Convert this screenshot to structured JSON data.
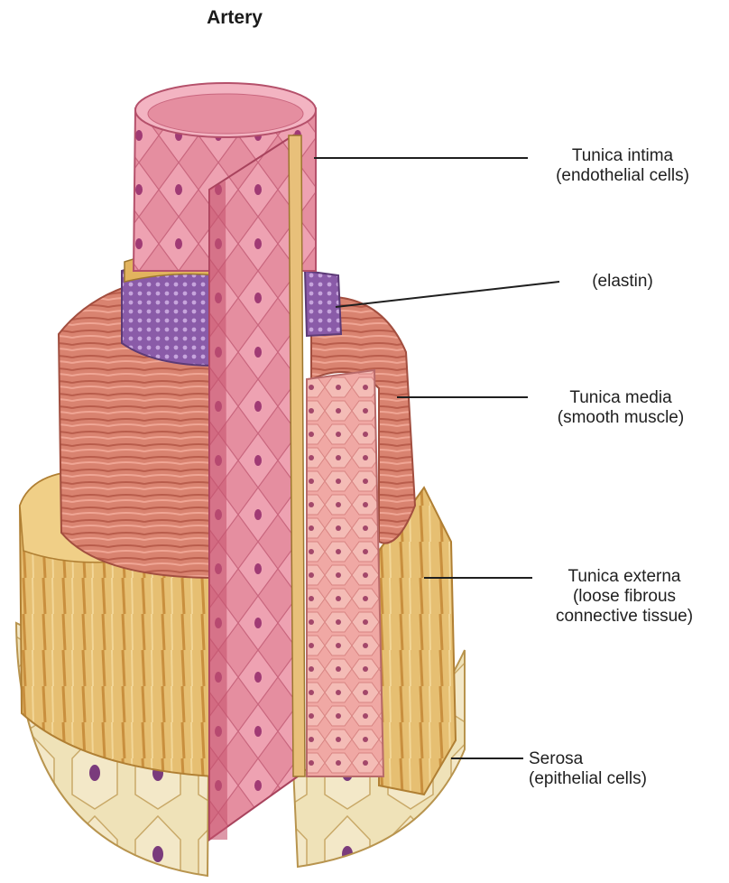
{
  "title": "Artery",
  "labels": {
    "intima": {
      "line1": "Tunica intima",
      "line2": "(endothelial cells)"
    },
    "elastin": {
      "line1": "(elastin)"
    },
    "media": {
      "line1": "Tunica media",
      "line2": "(smooth muscle)"
    },
    "externa": {
      "line1": "Tunica externa",
      "line2": "(loose fibrous",
      "line3": "connective tissue)"
    },
    "serosa": {
      "line1": "Serosa",
      "line2": "(epithelial cells)"
    }
  },
  "colors": {
    "intima": "#e48a9c",
    "media": "#d47a68",
    "elastin": "#8a5ba8",
    "externa": "#e6bf72",
    "serosa": "#efe2b8",
    "nucleus": "#7a2d6e"
  }
}
